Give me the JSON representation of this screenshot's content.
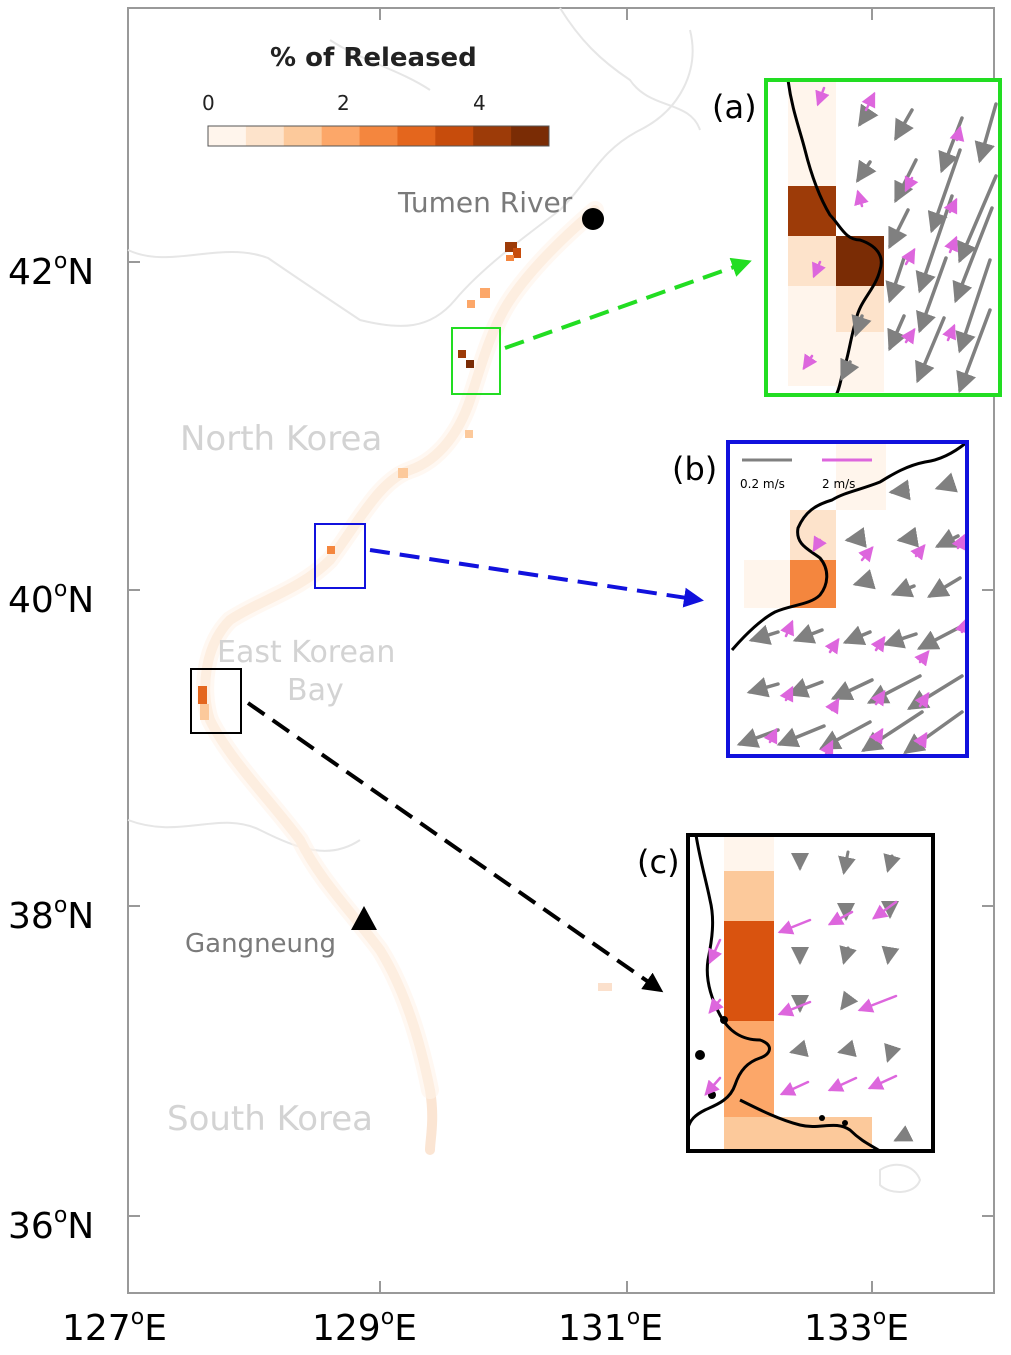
{
  "colorbar": {
    "title": "% of Released",
    "ticks": [
      "0",
      "2",
      "4"
    ],
    "colors": [
      "#fff5ec",
      "#fde3cb",
      "#fcc99b",
      "#fca769",
      "#f4863e",
      "#e4661d",
      "#c74c0c",
      "#9d3b08",
      "#7a2c05"
    ]
  },
  "labels": {
    "tumen_river": "Tumen River",
    "north_korea": "North Korea",
    "east_korean_bay_line1": "East Korean",
    "east_korean_bay_line2": "Bay",
    "gangneung": "Gangneung",
    "south_korea": "South Korea"
  },
  "axes": {
    "lat_ticks": [
      "42",
      "40",
      "38",
      "36"
    ],
    "lat_suffix": "N",
    "lon_ticks": [
      "127",
      "129",
      "131",
      "133"
    ],
    "lon_suffix": "E",
    "degree_symbol": "o"
  },
  "insets": {
    "a": {
      "label": "(a)",
      "frame_color": "#22dd22"
    },
    "b": {
      "label": "(b)",
      "frame_color": "#1111dd",
      "scale_gray": "0.2 m/s",
      "scale_magenta": "2 m/s"
    },
    "c": {
      "label": "(c)",
      "frame_color": "#000000"
    }
  },
  "markers": {
    "tumen_river": "circle",
    "gangneung": "triangle"
  },
  "colors": {
    "current_arrow": "#808080",
    "wind_arrow": "#dd66dd",
    "coastline_faint": "#e6e6e6"
  }
}
